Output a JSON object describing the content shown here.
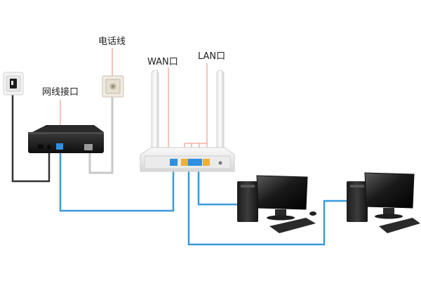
{
  "labels": {
    "network_port": "网线接口",
    "phone_line": "电话线",
    "wan_port": "WAN口",
    "lan_port": "LAN口"
  },
  "colors": {
    "ethernet_cable": "#3a9ad9",
    "phone_cable": "#c8c8c8",
    "power_cable": "#333333",
    "pointer_line": "#f08a7a",
    "wan_port": "#2f8fe0",
    "lan_port": "#f0b030"
  }
}
